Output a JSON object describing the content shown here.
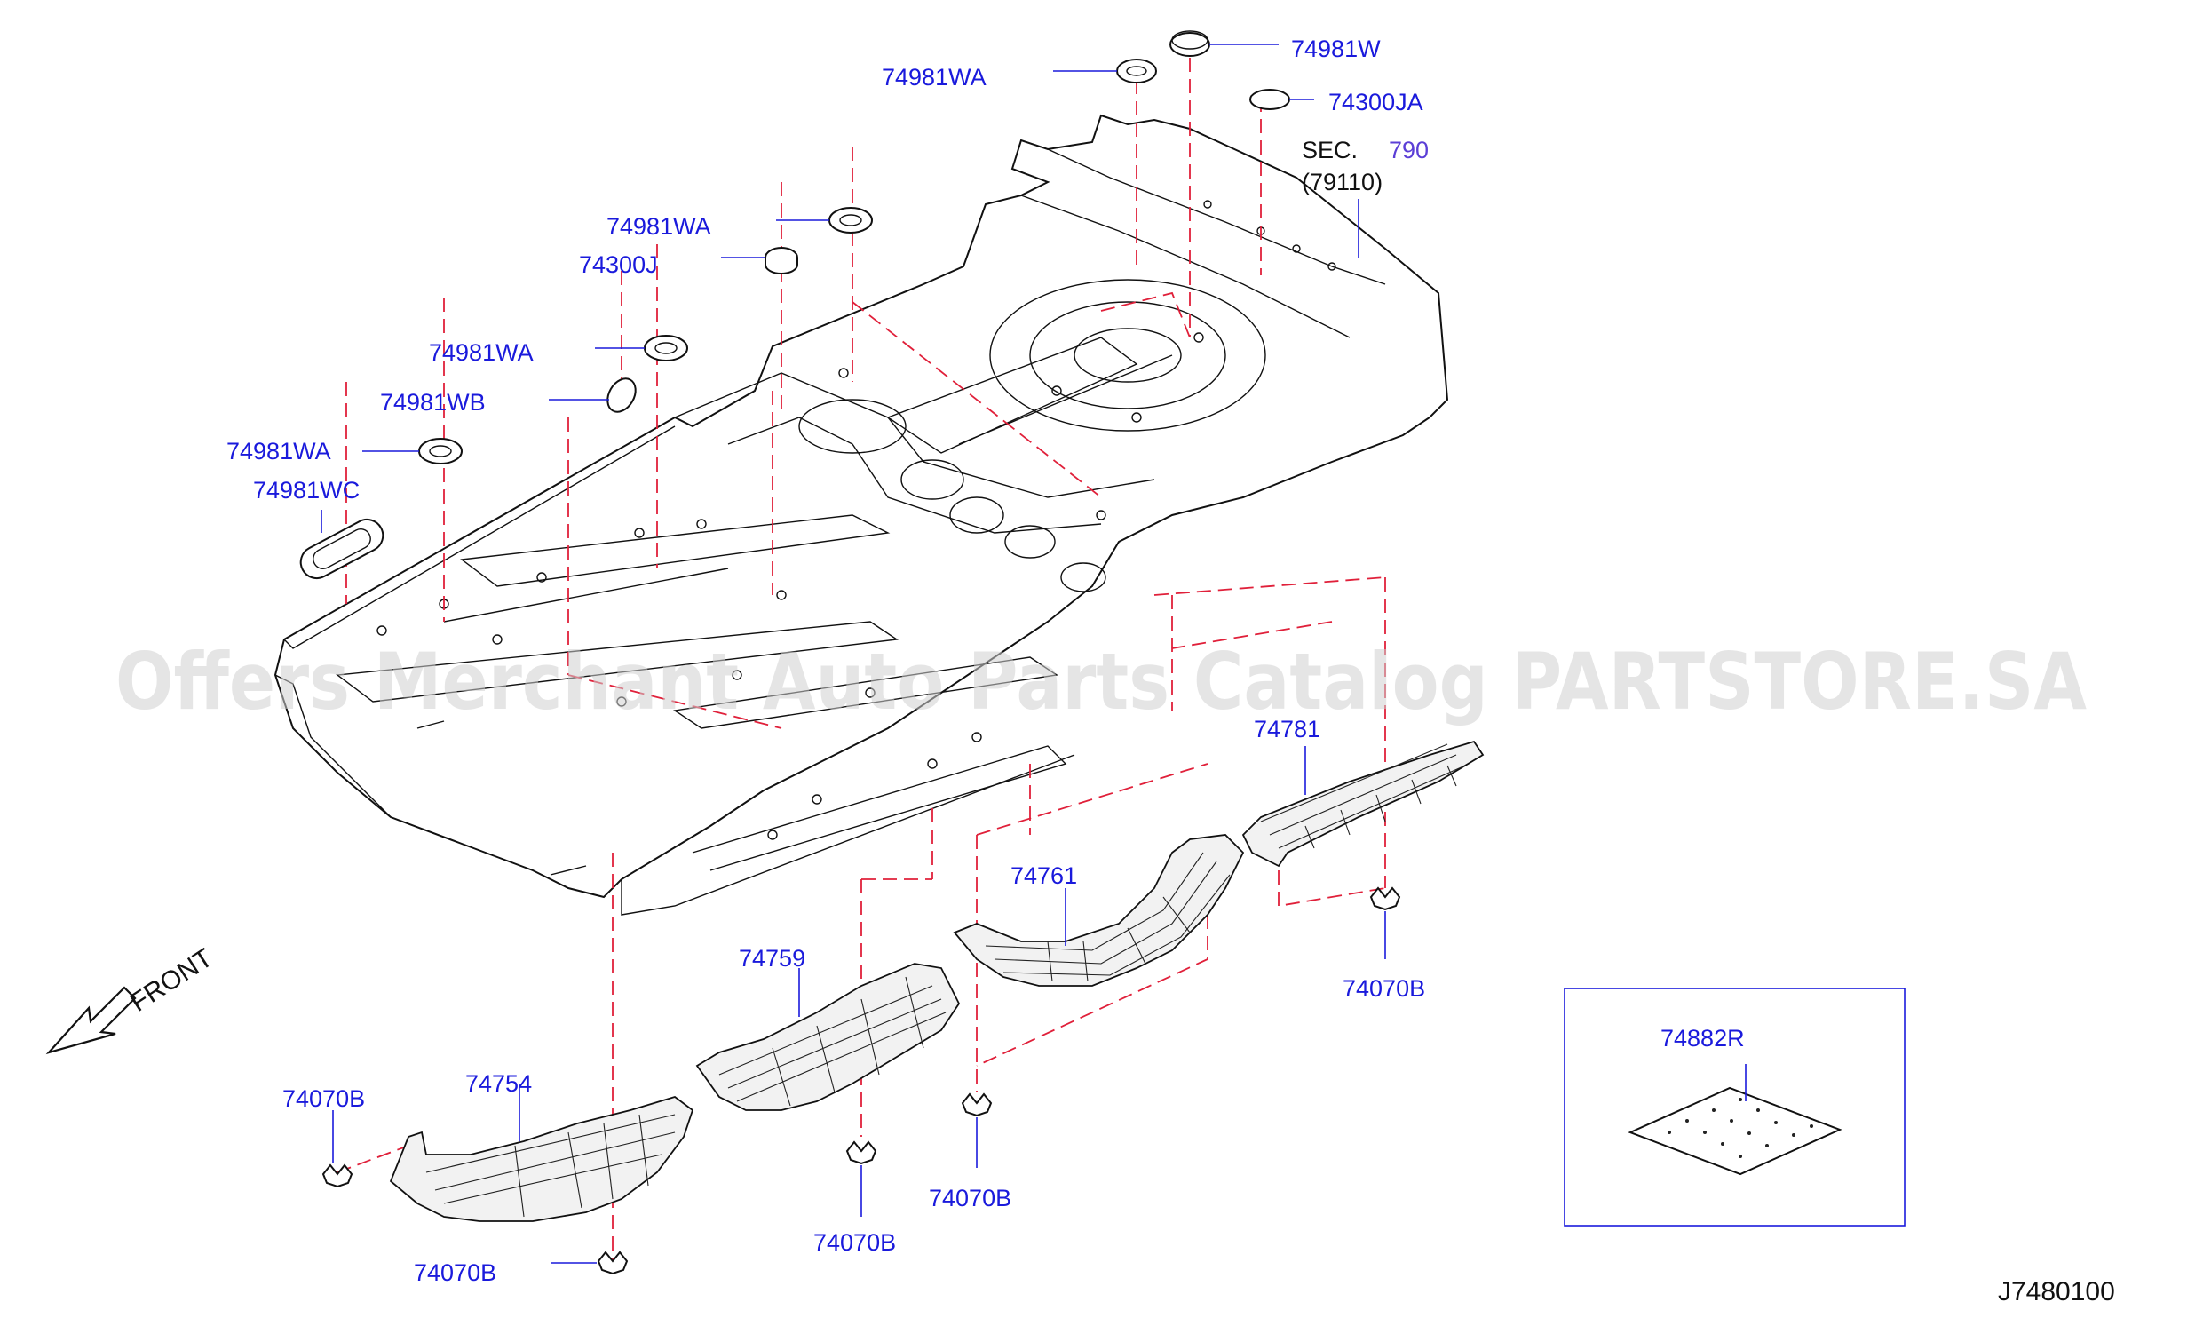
{
  "watermark": "Offers Merchant Auto Parts Catalog PARTSTORE.SA",
  "diagram_id": "J7480100",
  "front_label": "FRONT",
  "section_ref": {
    "prefix": "SEC.",
    "number": "790",
    "sub": "(79110)"
  },
  "callouts": {
    "c01": "74981W",
    "c02": "74981WA",
    "c03": "74300JA",
    "c04": "74981WA",
    "c05": "74300J",
    "c06": "74981WA",
    "c07": "74981WB",
    "c08": "74981WA",
    "c09": "74981WC",
    "c10": "74781",
    "c11": "74761",
    "c12": "74070B",
    "c13": "74759",
    "c14": "74754",
    "c15": "74070B",
    "c16": "74070B",
    "c17": "74070B",
    "c18": "74070B",
    "c19": "74882R"
  }
}
